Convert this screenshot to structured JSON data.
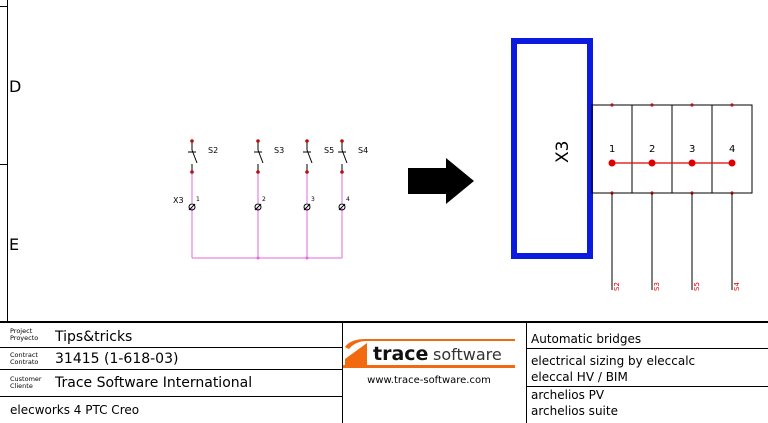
{
  "rows": {
    "d": "D",
    "e": "E"
  },
  "schematic": {
    "switches": [
      "S2",
      "S3",
      "S5",
      "S4"
    ],
    "terminal": "X3",
    "pins": [
      "1",
      "2",
      "3",
      "4"
    ]
  },
  "bridge": {
    "block_label": "X3",
    "pins": [
      "1",
      "2",
      "3",
      "4"
    ],
    "wire_labels": [
      "S2",
      "S3",
      "S5",
      "S4"
    ]
  },
  "colors": {
    "accent_blue": "#0a1adf",
    "pink": "#e26be0",
    "red": "#e00000",
    "dark_red": "#b41010",
    "logo_orange": "#f26a10"
  },
  "titleblock": {
    "project_label1": "Project",
    "project_label2": "Proyecto",
    "project_value": "Tips&tricks",
    "contract_label1": "Contract",
    "contract_label2": "Contrato",
    "contract_value": "31415 (1-618-03)",
    "customer_label1": "Customer",
    "customer_label2": "Cliente",
    "customer_value": "Trace Software International",
    "footer": "elecworks 4 PTC Creo",
    "logo_bold": "trace",
    "logo_light": "software",
    "logo_url": "www.trace-software.com",
    "right_lines": [
      "Automatic bridges",
      "electrical sizing by eleccalc",
      "eleccal HV / BIM",
      "archelios PV",
      "archelios suite"
    ]
  }
}
